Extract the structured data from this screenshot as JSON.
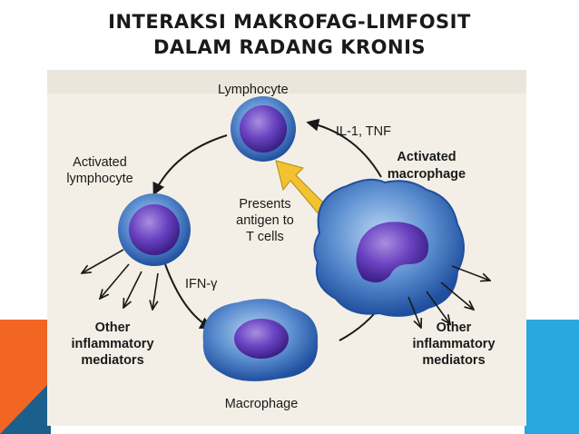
{
  "slide": {
    "title_line1": "INTERAKSI MAKROFAG-LIMFOSIT",
    "title_line2": "DALAM RADANG KRONIS"
  },
  "diagram": {
    "lymphocyte": "Lymphocyte",
    "il1_tnf": "IL-1, TNF",
    "activated_macrophage_1": "Activated",
    "activated_macrophage_2": "macrophage",
    "activated_lymphocyte_1": "Activated",
    "activated_lymphocyte_2": "lymphocyte",
    "presents_1": "Presents",
    "presents_2": "antigen to",
    "presents_3": "T cells",
    "ifn": "IFN-γ",
    "other_left_1": "Other",
    "other_left_2": "inflammatory",
    "other_left_3": "mediators",
    "other_right_1": "Other",
    "other_right_2": "inflammatory",
    "other_right_3": "mediators",
    "macrophage": "Macrophage"
  },
  "colors": {
    "accent_orange": "#f26522",
    "accent_blue": "#29a8e0",
    "accent_navy": "#1b5f8c",
    "figure_bg": "#f3efe6",
    "antigen_arrow": "#f2c230"
  }
}
